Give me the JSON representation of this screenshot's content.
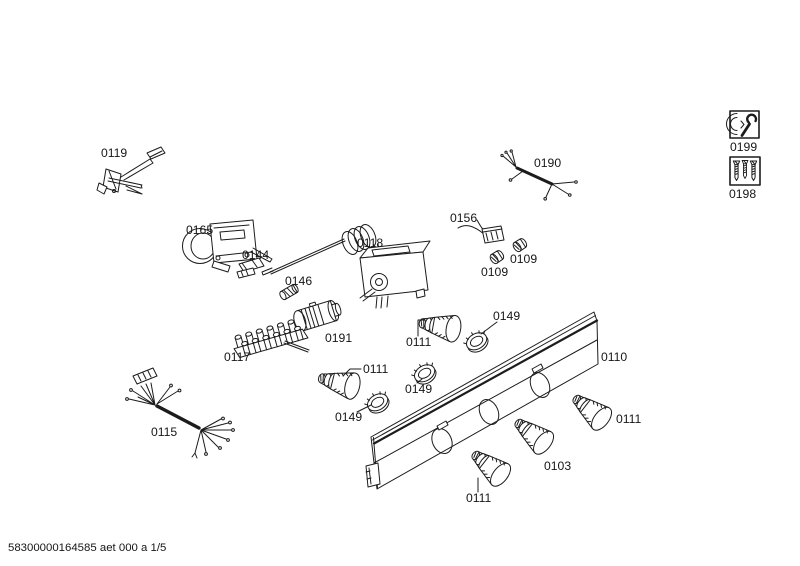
{
  "page": {
    "footer": "58300000164585 aet 000 a 1/5",
    "background": "#ffffff",
    "line_color": "#1c1c1c"
  },
  "legend_icons": {
    "tools": {
      "label": "0199",
      "icon": "wrench-tool-icon"
    },
    "screws": {
      "label": "0198",
      "icon": "screws-icon"
    }
  },
  "parts": {
    "p0103": {
      "label": "0103"
    },
    "p0109a": {
      "label": "0109"
    },
    "p0109b": {
      "label": "0109"
    },
    "p0110": {
      "label": "0110"
    },
    "p0111a": {
      "label": "0111"
    },
    "p0111b": {
      "label": "0111"
    },
    "p0111c": {
      "label": "0111"
    },
    "p0111d": {
      "label": "0111"
    },
    "p0115": {
      "label": "0115"
    },
    "p0117": {
      "label": "0117"
    },
    "p0118": {
      "label": "0118"
    },
    "p0119": {
      "label": "0119"
    },
    "p0144": {
      "label": "0144"
    },
    "p0146": {
      "label": "0146"
    },
    "p0149a": {
      "label": "0149"
    },
    "p0149b": {
      "label": "0149"
    },
    "p0149c": {
      "label": "0149"
    },
    "p0156": {
      "label": "0156"
    },
    "p0165": {
      "label": "0165"
    },
    "p0190": {
      "label": "0190"
    },
    "p0191": {
      "label": "0191"
    },
    "p0198": {
      "label": "0198"
    },
    "p0199": {
      "label": "0199"
    }
  }
}
